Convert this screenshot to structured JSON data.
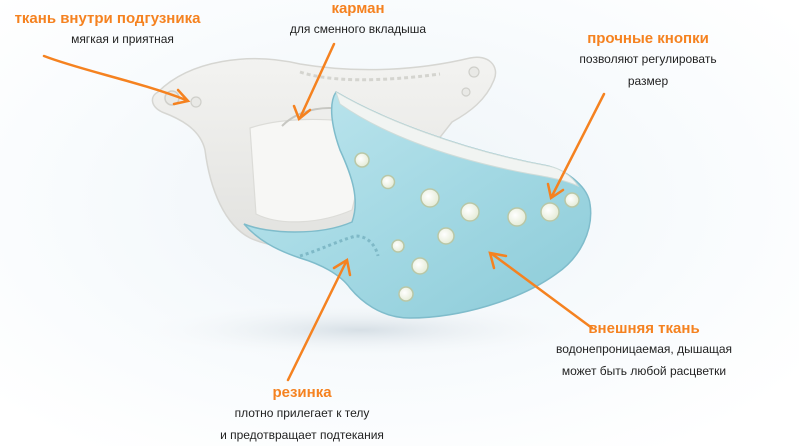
{
  "colors": {
    "accent": "#f58220",
    "text": "#222222"
  },
  "callouts": {
    "inner_fabric": {
      "title": "ткань внутри подгузника",
      "lines": [
        "мягкая и приятная"
      ]
    },
    "pocket": {
      "title": "карман",
      "lines": [
        "для сменного вкладыша"
      ]
    },
    "snaps": {
      "title": "прочные кнопки",
      "lines": [
        "позволяют регулировать",
        "размер"
      ]
    },
    "outer_fabric": {
      "title": "внешняя ткань",
      "lines": [
        "водонепроницаемая, дышащая",
        "может быть любой расцветки"
      ]
    },
    "elastic": {
      "title": "резинка",
      "lines": [
        "плотно прилегает к телу",
        "и предотвращает подтекания"
      ]
    }
  }
}
